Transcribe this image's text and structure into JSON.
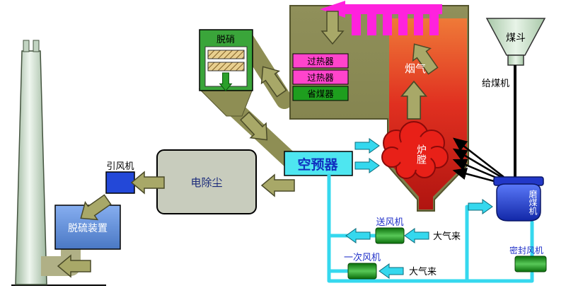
{
  "labels": {
    "denitration": "脱硝",
    "superheater_1": "过热器",
    "superheater_2": "过热器",
    "economizer": "省煤器",
    "flue_gas": "烟气",
    "furnace": "炉膛",
    "air_preheater": "空预器",
    "esp": "电除尘",
    "induced_draft_fan": "引风机",
    "desulfurization": "脱硫装置",
    "coal_hopper": "煤斗",
    "coal_feeder": "给煤机",
    "coal_mill": "磨煤机",
    "forced_draft_fan": "送风机",
    "primary_air_fan": "一次风机",
    "seal_air_fan": "密封风机",
    "air_from_atmosphere_1": "大气来",
    "air_from_atmosphere_2": "大气来"
  },
  "colors": {
    "boiler_olive": "#8e8e54",
    "arrow_olive": "#a8a868",
    "furnace_red": "#d82818",
    "comb_magenta": "#ff22dd",
    "superheater_pink": "#ff44cc",
    "economizer_green": "#1e9e1e",
    "scr_green": "#3aa53a",
    "pipe_cyan": "#35d8ee",
    "fan_green": "#2a9a2a",
    "mill_blue": "#2a44d8",
    "esp_gray": "#c8ccbd",
    "fgd_blue": "#5e8cd6",
    "id_fan_blue": "#2348d8",
    "preheater_cyan": "#4ee6f0",
    "label_blue": "#2030c8"
  }
}
